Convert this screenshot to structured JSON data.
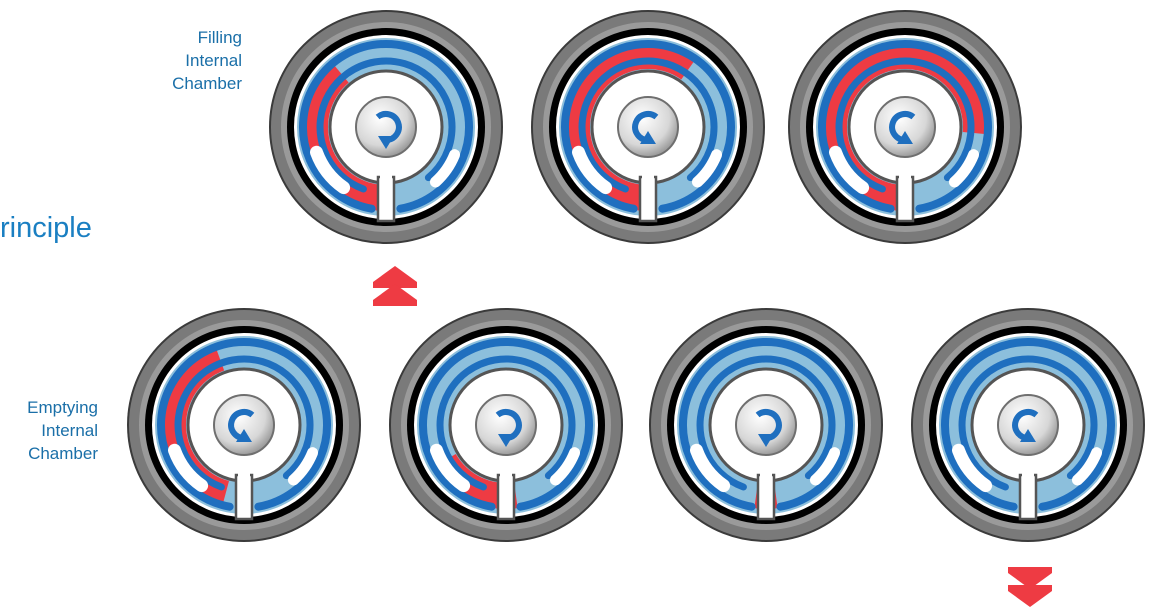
{
  "heading": "rinciple",
  "rows": {
    "filling": {
      "label_lines": [
        "Filling",
        "Internal",
        "Chamber"
      ],
      "stages": [
        {
          "fill_start": 180,
          "fill_end": 320,
          "rotation": "cw"
        },
        {
          "fill_start": 180,
          "fill_end": 395,
          "rotation": "ccw"
        },
        {
          "fill_start": 180,
          "fill_end": 455,
          "rotation": "ccw"
        }
      ]
    },
    "emptying": {
      "label_lines": [
        "Emptying",
        "Internal",
        "Chamber"
      ],
      "stages": [
        {
          "fill_start": 195,
          "fill_end": 340,
          "rotation": "ccw"
        },
        {
          "fill_start": 172,
          "fill_end": 240,
          "rotation": "cw"
        },
        {
          "fill_start": 172,
          "fill_end": 188,
          "rotation": "cw"
        },
        {
          "fill_start": 0,
          "fill_end": 0,
          "rotation": "ccw"
        }
      ]
    }
  },
  "arrows": [
    {
      "id": "flow-in",
      "direction": "up"
    },
    {
      "id": "flow-out",
      "direction": "down"
    }
  ],
  "colors": {
    "label_text": "#1a6fa8",
    "heading_text": "#1a7fc2",
    "housing_outer": "#7a7a7a",
    "housing_ring": "#000000",
    "fluid_light": "#8cbfdc",
    "vane_blue": "#1f6fbf",
    "fill_red": "#ee3b43",
    "arrow_red": "#ee3b43",
    "hub": "#d7d7d7"
  }
}
